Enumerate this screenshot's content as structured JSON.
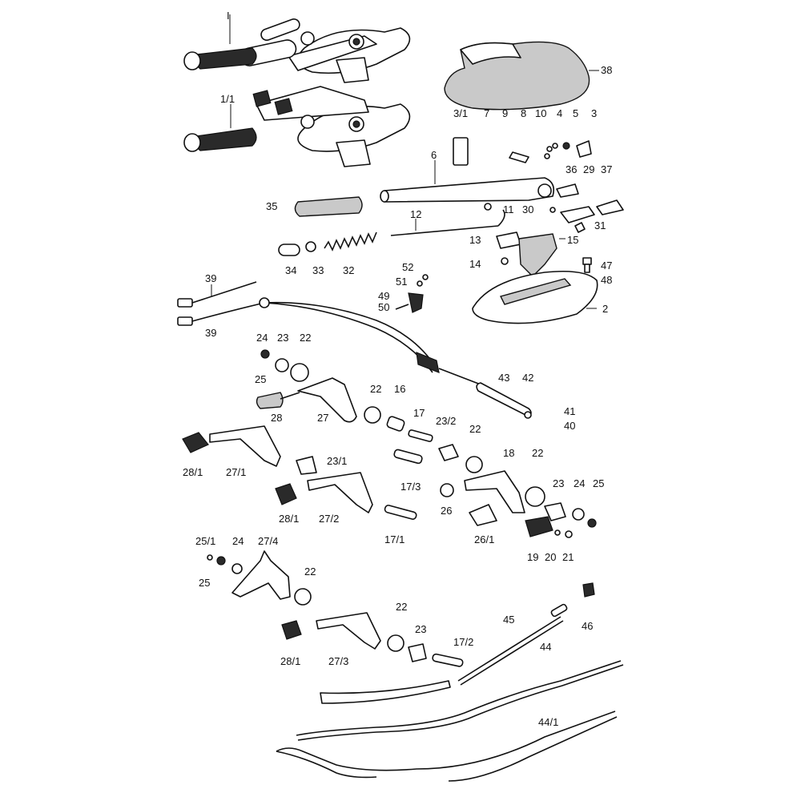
{
  "colors": {
    "line": "#111111",
    "paper": "#ffffff",
    "shade": "#c9c9c9"
  },
  "labels": [
    {
      "id": "l1",
      "text": "I"
    },
    {
      "id": "l1_1",
      "text": "1/1"
    },
    {
      "id": "l38",
      "text": "38"
    },
    {
      "id": "l3_1",
      "text": "3/1"
    },
    {
      "id": "l7",
      "text": "7"
    },
    {
      "id": "l9",
      "text": "9"
    },
    {
      "id": "l8",
      "text": "8"
    },
    {
      "id": "l10",
      "text": "10"
    },
    {
      "id": "l4",
      "text": "4"
    },
    {
      "id": "l5",
      "text": "5"
    },
    {
      "id": "l3",
      "text": "3"
    },
    {
      "id": "l6",
      "text": "6"
    },
    {
      "id": "l36",
      "text": "36"
    },
    {
      "id": "l29",
      "text": "29"
    },
    {
      "id": "l37",
      "text": "37"
    },
    {
      "id": "l35",
      "text": "35"
    },
    {
      "id": "l11",
      "text": "11"
    },
    {
      "id": "l30",
      "text": "30"
    },
    {
      "id": "l31",
      "text": "31"
    },
    {
      "id": "l12",
      "text": "12"
    },
    {
      "id": "l13",
      "text": "13"
    },
    {
      "id": "l15",
      "text": "15"
    },
    {
      "id": "l34",
      "text": "34"
    },
    {
      "id": "l33",
      "text": "33"
    },
    {
      "id": "l32",
      "text": "32"
    },
    {
      "id": "l52",
      "text": "52"
    },
    {
      "id": "l51",
      "text": "51"
    },
    {
      "id": "l14",
      "text": "14"
    },
    {
      "id": "l47",
      "text": "47"
    },
    {
      "id": "l48",
      "text": "48"
    },
    {
      "id": "l39a",
      "text": "39"
    },
    {
      "id": "l49",
      "text": "49"
    },
    {
      "id": "l50",
      "text": "50"
    },
    {
      "id": "l2",
      "text": "2"
    },
    {
      "id": "l39b",
      "text": "39"
    },
    {
      "id": "l24a",
      "text": "24"
    },
    {
      "id": "l23a",
      "text": "23"
    },
    {
      "id": "l22a",
      "text": "22"
    },
    {
      "id": "l25a",
      "text": "25"
    },
    {
      "id": "l43",
      "text": "43"
    },
    {
      "id": "l42",
      "text": "42"
    },
    {
      "id": "l22b",
      "text": "22"
    },
    {
      "id": "l16",
      "text": "16"
    },
    {
      "id": "l41",
      "text": "41"
    },
    {
      "id": "l40",
      "text": "40"
    },
    {
      "id": "l28",
      "text": "28"
    },
    {
      "id": "l27",
      "text": "27"
    },
    {
      "id": "l17",
      "text": "17"
    },
    {
      "id": "l23_2",
      "text": "23/2"
    },
    {
      "id": "l22c",
      "text": "22"
    },
    {
      "id": "l28_1a",
      "text": "28/1"
    },
    {
      "id": "l27_1",
      "text": "27/1"
    },
    {
      "id": "l23_1",
      "text": "23/1"
    },
    {
      "id": "l18",
      "text": "18"
    },
    {
      "id": "l22d",
      "text": "22"
    },
    {
      "id": "l17_3",
      "text": "17/3"
    },
    {
      "id": "l23b",
      "text": "23"
    },
    {
      "id": "l24b",
      "text": "24"
    },
    {
      "id": "l25b",
      "text": "25"
    },
    {
      "id": "l26",
      "text": "26"
    },
    {
      "id": "l28_1b",
      "text": "28/1"
    },
    {
      "id": "l27_2",
      "text": "27/2"
    },
    {
      "id": "l26_1",
      "text": "26/1"
    },
    {
      "id": "l17_1",
      "text": "17/1"
    },
    {
      "id": "l19",
      "text": "19"
    },
    {
      "id": "l20",
      "text": "20"
    },
    {
      "id": "l21",
      "text": "21"
    },
    {
      "id": "l25_1",
      "text": "25/1"
    },
    {
      "id": "l24c",
      "text": "24"
    },
    {
      "id": "l27_4",
      "text": "27/4"
    },
    {
      "id": "l22e",
      "text": "22"
    },
    {
      "id": "l25c",
      "text": "25"
    },
    {
      "id": "l22f",
      "text": "22"
    },
    {
      "id": "l45",
      "text": "45"
    },
    {
      "id": "l46",
      "text": "46"
    },
    {
      "id": "l23c",
      "text": "23"
    },
    {
      "id": "l17_2",
      "text": "17/2"
    },
    {
      "id": "l44",
      "text": "44"
    },
    {
      "id": "l28_1c",
      "text": "28/1"
    },
    {
      "id": "l27_3",
      "text": "27/3"
    },
    {
      "id": "l44_1",
      "text": "44/1"
    }
  ]
}
